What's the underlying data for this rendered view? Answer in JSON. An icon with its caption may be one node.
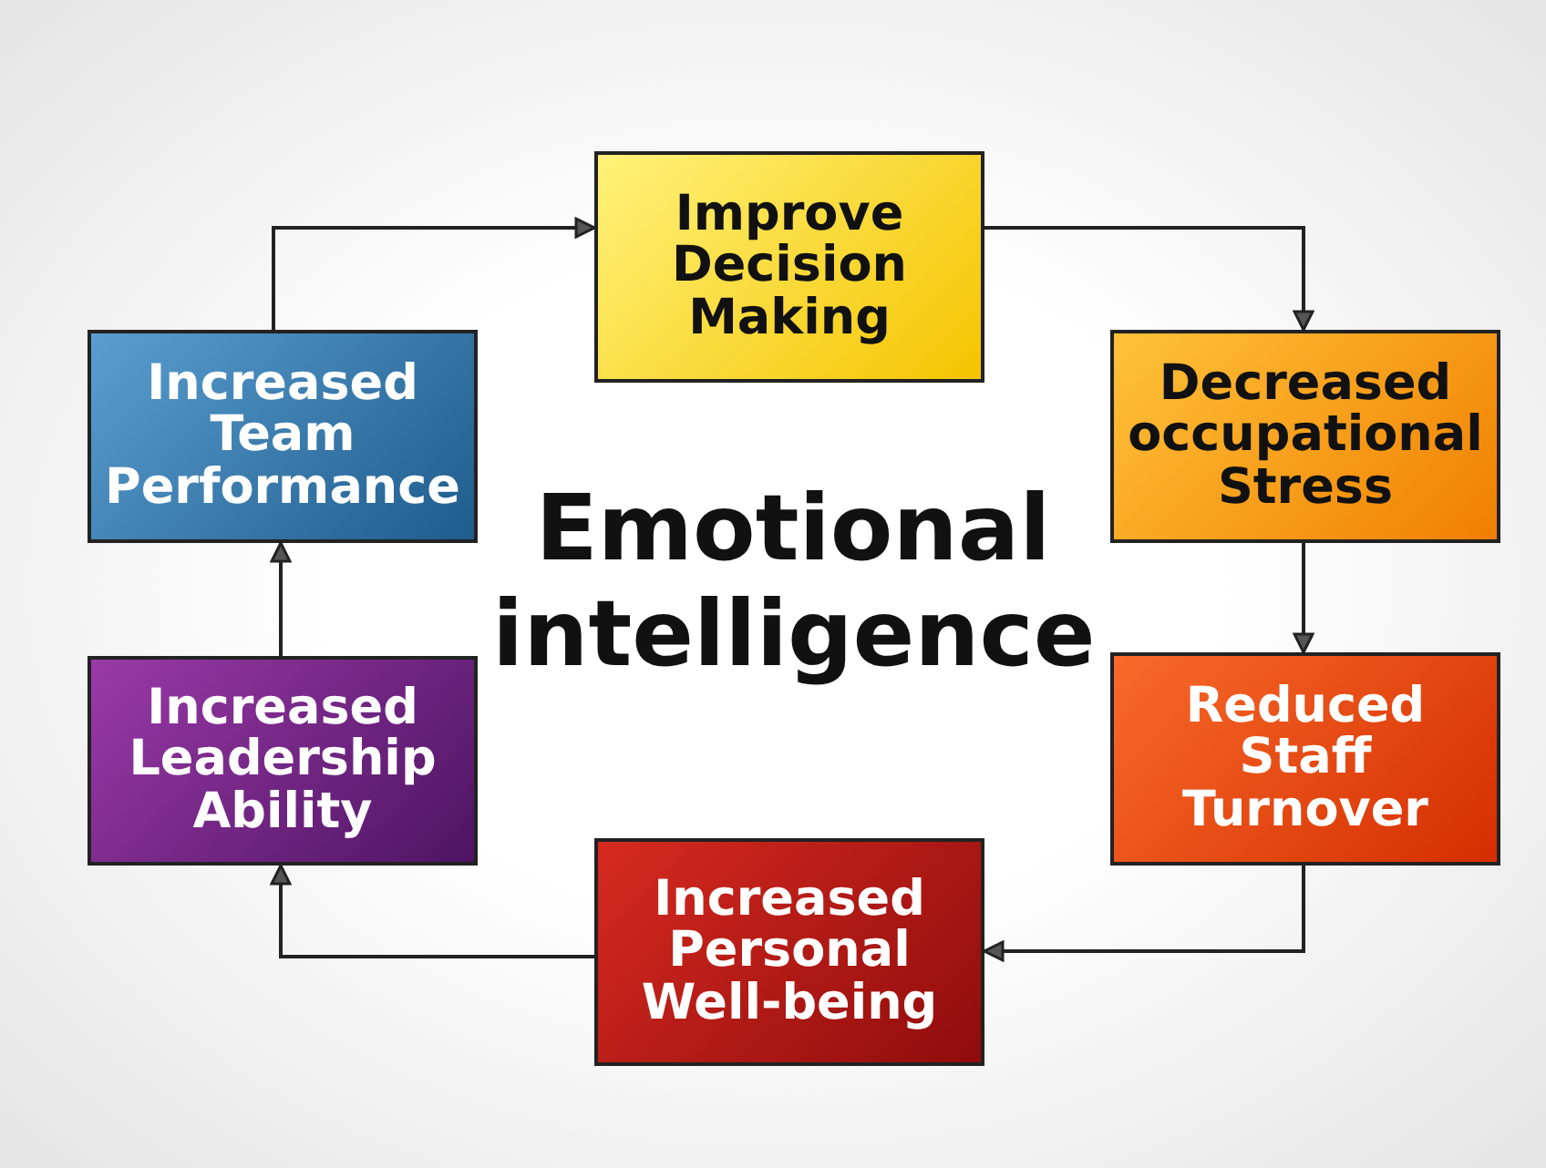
{
  "diagram": {
    "title": "Emotional intelligence",
    "nodes": [
      {
        "text": [
          "Improve Decision Making"
        ]
      },
      {
        "text": [
          "Decreased occupational Stress"
        ]
      },
      {
        "text": [
          "Reduced Staff Turnover"
        ]
      },
      {
        "text": [
          "Increased Personal Well-being"
        ]
      },
      {
        "text": [
          "Increased Leadership Ability"
        ]
      },
      {
        "text": [
          "Increased Team Performance"
        ]
      }
    ],
    "edges": [
      {
        "from": 0,
        "to": 1,
        "arrow": "to"
      },
      {
        "from": 1,
        "to": 2,
        "arrow": "to"
      },
      {
        "from": 2,
        "to": 3,
        "arrow": "to"
      },
      {
        "from": 3,
        "to": 4,
        "arrow": "to"
      },
      {
        "from": 4,
        "to": 5,
        "arrow": "to"
      },
      {
        "from": 5,
        "to": 0,
        "arrow": "to"
      }
    ]
  }
}
